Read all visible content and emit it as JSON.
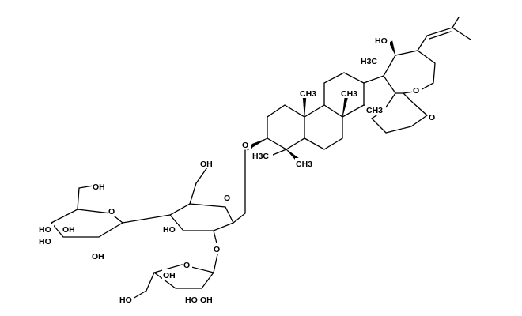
{
  "structure": {
    "labels": {
      "ho_ring_e": "HO",
      "h3c_c20": "H3C",
      "o_ring_e": "O",
      "o_bridge": "O",
      "ch3_c10": "CH3",
      "ch3_c8": "CH3",
      "ch3_c14": "CH3",
      "o_glycosidic": "O",
      "h3c_c4a": "H3C",
      "ch3_c4b": "CH3",
      "oh_glc_top": "OH",
      "oh_glc_left_ch2": "OH",
      "o_glc_left_ring": "O",
      "o_glc_right_ring": "O",
      "ho_glc_left_a": "HO",
      "oh_glc_left_b": "OH",
      "ho_glc_left_c": "HO",
      "oh_glc_left_d": "OH",
      "ho_glc_right": "HO",
      "o_ara_link": "O",
      "o_ara_ring": "O",
      "oh_ara_a": "OH",
      "ho_ara_ch2": "HO",
      "ho_ara_b": "HO",
      "oh_ara_c": "OH"
    }
  }
}
